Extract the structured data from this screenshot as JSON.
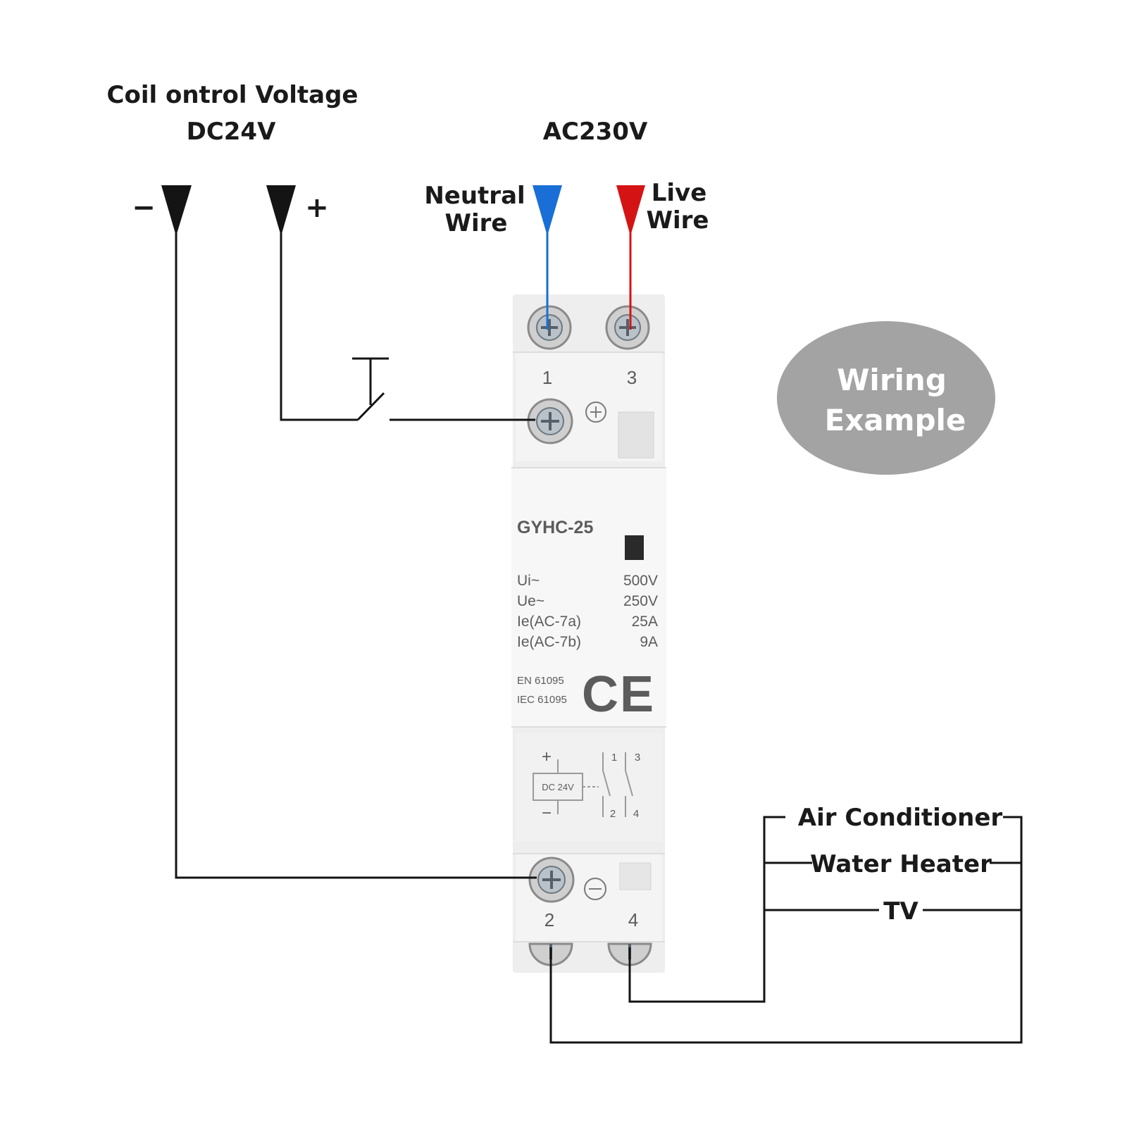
{
  "coil": {
    "title": "Coil ontrol Voltage",
    "voltage": "DC24V",
    "minus_sign": "−",
    "plus_sign": "+"
  },
  "mains": {
    "voltage": "AC230V",
    "neutral_line1": "Neutral",
    "neutral_line2": "Wire",
    "live_line1": "Live",
    "live_line2": "Wire"
  },
  "badge": {
    "line1": "Wiring",
    "line2": "Example"
  },
  "contactor": {
    "model": "GYHC-25",
    "terminal_1": "1",
    "terminal_3": "3",
    "terminal_2": "2",
    "terminal_4": "4",
    "specs": [
      {
        "name": "Ui~",
        "value": "500V"
      },
      {
        "name": "Ue~",
        "value": "250V"
      },
      {
        "name": "Ie(AC-7a)",
        "value": "25A"
      },
      {
        "name": "Ie(AC-7b)",
        "value": "9A"
      }
    ],
    "standards": [
      "EN 61095",
      "IEC 61095"
    ],
    "mark": "CE",
    "schematic": {
      "coil_label": "DC 24V",
      "plus": "+",
      "minus": "−",
      "t1": "1",
      "t3": "3",
      "t2": "2",
      "t4": "4"
    }
  },
  "loads": [
    "Air Conditioner",
    "Water Heater",
    "TV"
  ],
  "colors": {
    "neutral": "#1a6fd6",
    "live": "#d41414",
    "badge": "#a3a3a3",
    "housing": "#eeeeee",
    "wire": "#141414"
  }
}
